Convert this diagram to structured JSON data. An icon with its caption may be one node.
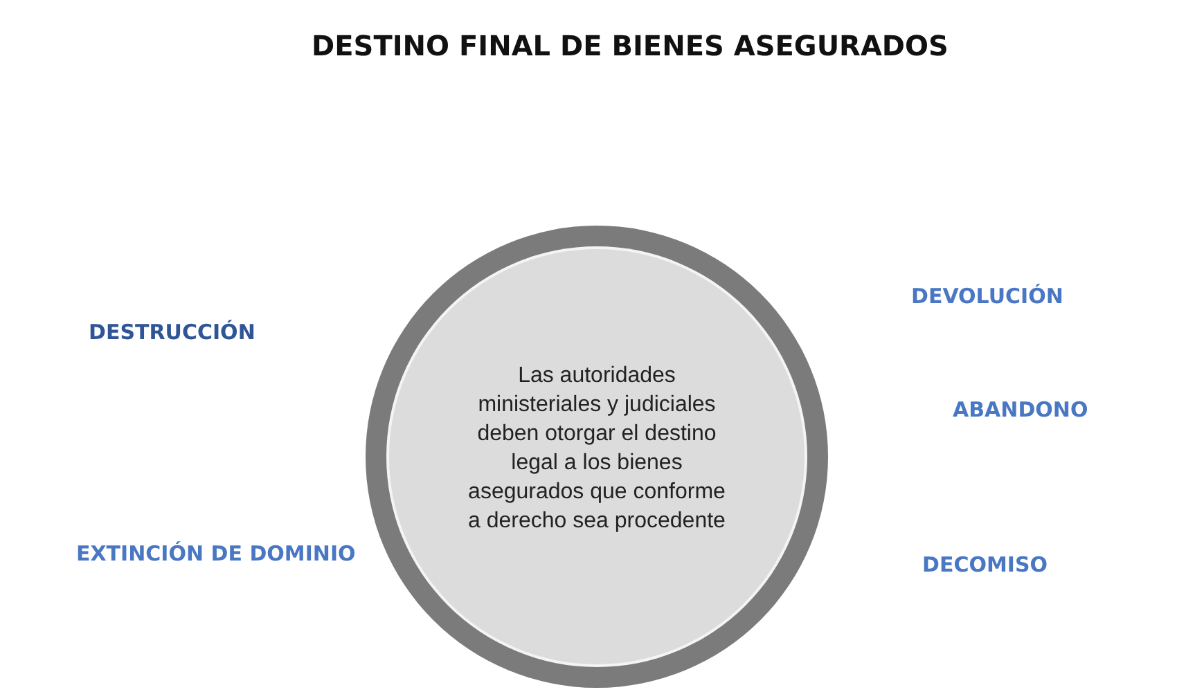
{
  "diagram": {
    "title": "DESTINO FINAL DE BIENES ASEGURADOS",
    "nodes": [
      {
        "text": [
          "Las autoridades ministeriales y judiciales deben otorgar el destino legal a los bienes asegurados que conforme a derecho sea procedente"
        ]
      }
    ],
    "labels": [
      "DEVOLUCIÓN",
      "DESTRUCCIÓN",
      "ABANDONO",
      "EXTINCIÓN DE DOMINIO",
      "DECOMISO"
    ]
  }
}
